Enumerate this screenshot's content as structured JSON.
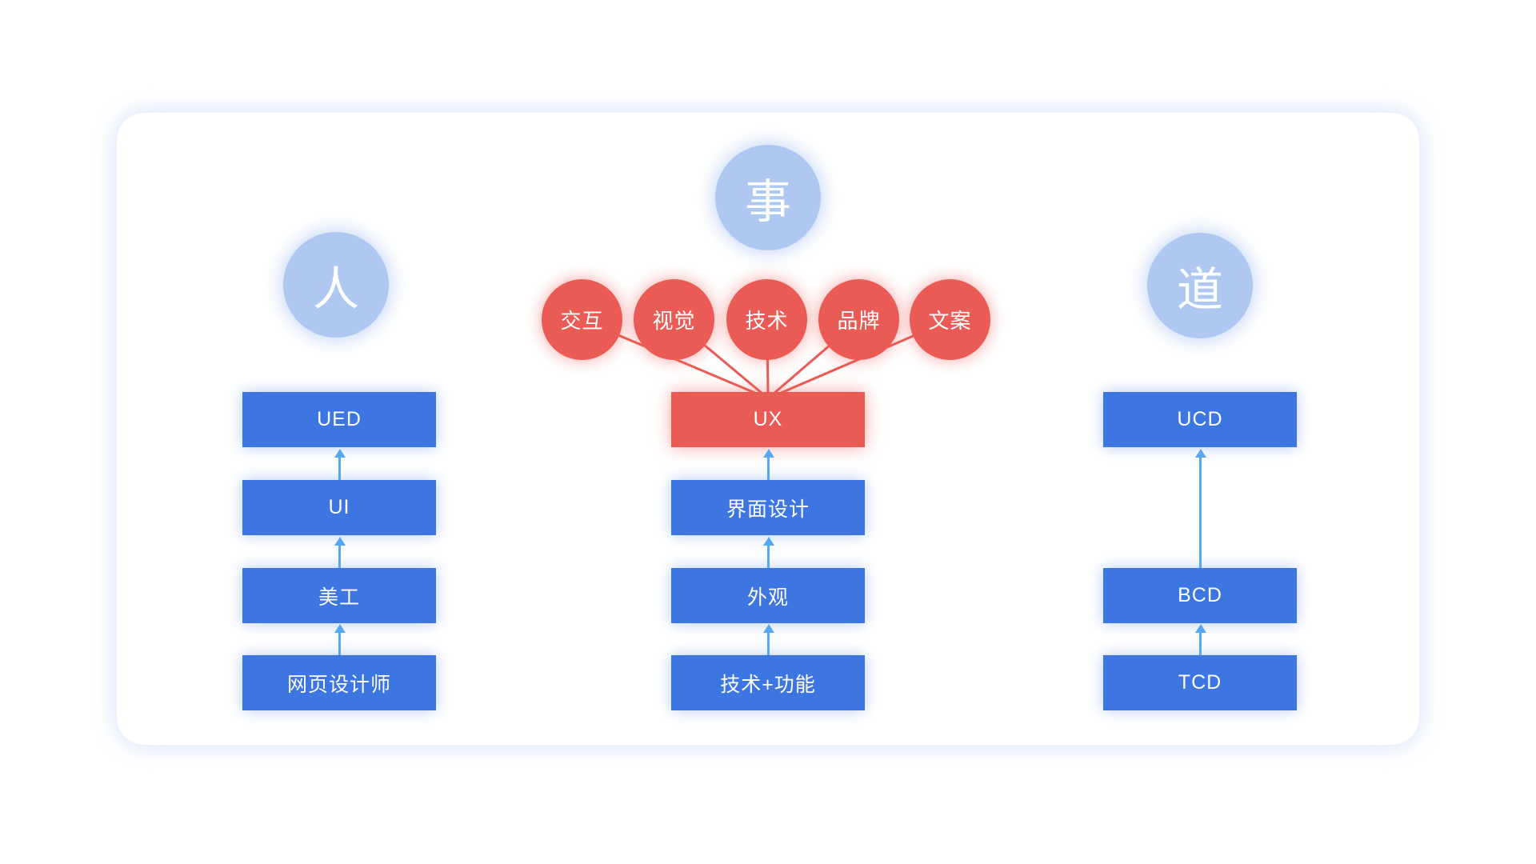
{
  "groups": {
    "people": {
      "name": "人",
      "boxes": [
        "UED",
        "UI",
        "美工",
        "网页设计师"
      ]
    },
    "matter": {
      "name": "事",
      "bubbles": [
        "交互",
        "视觉",
        "技术",
        "品牌",
        "文案"
      ],
      "boxes": [
        "UX",
        "界面设计",
        "外观",
        "技术+功能"
      ]
    },
    "way": {
      "name": "道",
      "boxes": [
        "UCD",
        "BCD",
        "TCD"
      ]
    }
  },
  "colors": {
    "node_blue": "#3D76E1",
    "accent_red": "#EB5B56",
    "pale_circle_blue": "#AFC8F2",
    "arrow_blue": "#57A8F1",
    "card_glow": "#D9E7FA",
    "text_white": "#FFFFFF"
  }
}
